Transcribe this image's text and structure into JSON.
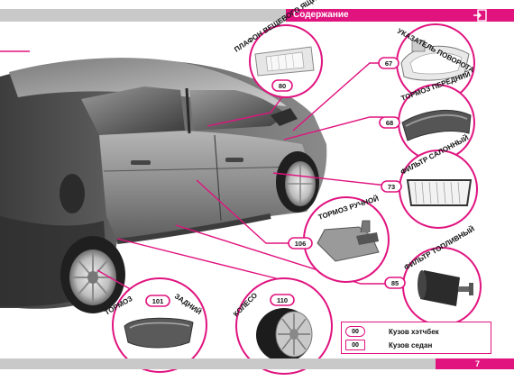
{
  "header": {
    "title": "Содержание"
  },
  "footer": {
    "page_number": "7"
  },
  "callouts": [
    {
      "id": "glovebox-light",
      "label": "ПЛАФОН ВЕЩЕВОГО ЯЩИКА",
      "page": "80"
    },
    {
      "id": "turn-signal",
      "label": "УКАЗАТЕЛЬ ПОВОРОТА",
      "page": "67"
    },
    {
      "id": "front-brake",
      "label": "ТОРМОЗ ПЕРЕДНИЙ",
      "page": "68"
    },
    {
      "id": "cabin-filter",
      "label": "ФИЛЬТР САЛОННЫЙ",
      "page": "73"
    },
    {
      "id": "hand-brake",
      "label": "ТОРМОЗ РУЧНОЙ",
      "page": "106"
    },
    {
      "id": "fuel-filter",
      "label": "ФИЛЬТР ТОПЛИВНЫЙ",
      "page": "85"
    },
    {
      "id": "rear-brake-a",
      "label": "ТОРМОЗ",
      "page": "101"
    },
    {
      "id": "rear-brake-b",
      "label": "ЗАДНИЙ",
      "page": ""
    },
    {
      "id": "wheel",
      "label": "КОЛЕСО",
      "page": "110"
    }
  ],
  "legend": {
    "hatchback": {
      "key": "00",
      "label": "Кузов хэтчбек"
    },
    "sedan": {
      "key": "00",
      "label": "Кузов седан"
    }
  },
  "colors": {
    "accent": "#e0137f",
    "bar": "#c9c9c9"
  }
}
